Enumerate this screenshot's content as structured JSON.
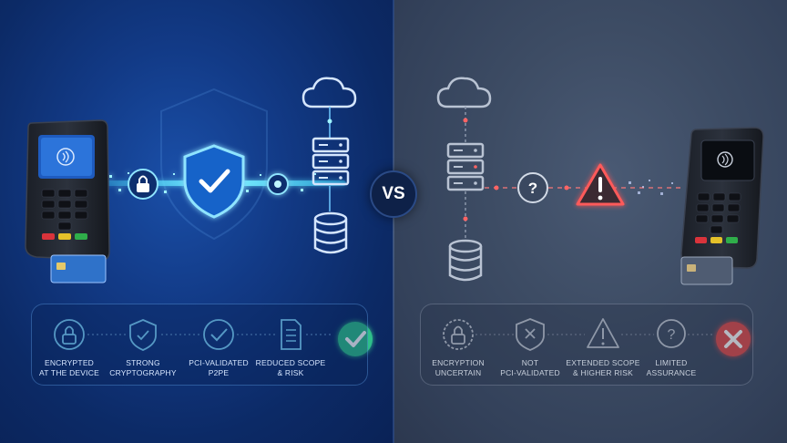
{
  "vs_label": "VS",
  "left": {
    "features": [
      {
        "icon": "lock-icon",
        "line1": "ENCRYPTED",
        "line2": "AT THE DEVICE"
      },
      {
        "icon": "shield-icon",
        "line1": "STRONG",
        "line2": "CRYPTOGRAPHY"
      },
      {
        "icon": "check-circle-icon",
        "line1": "PCI-VALIDATED",
        "line2": "P2PE"
      },
      {
        "icon": "document-icon",
        "line1": "REDUCED SCOPE",
        "line2": "& RISK"
      }
    ],
    "result_icon": "check-badge-icon",
    "colors": {
      "accent": "#3fd6ff",
      "result": "#2ebf8a"
    }
  },
  "right": {
    "features": [
      {
        "icon": "lock-icon",
        "line1": "ENCRYPTION",
        "line2": "UNCERTAIN"
      },
      {
        "icon": "shield-x-icon",
        "line1": "NOT",
        "line2": "PCI-VALIDATED"
      },
      {
        "icon": "warning-icon",
        "line1": "EXTENDED SCOPE",
        "line2": "& HIGHER RISK"
      },
      {
        "icon": "question-icon",
        "line1": "LIMITED",
        "line2": "ASSURANCE"
      }
    ],
    "result_icon": "x-badge-icon",
    "colors": {
      "accent": "#ff5a5a",
      "result": "#e24a4a"
    }
  }
}
